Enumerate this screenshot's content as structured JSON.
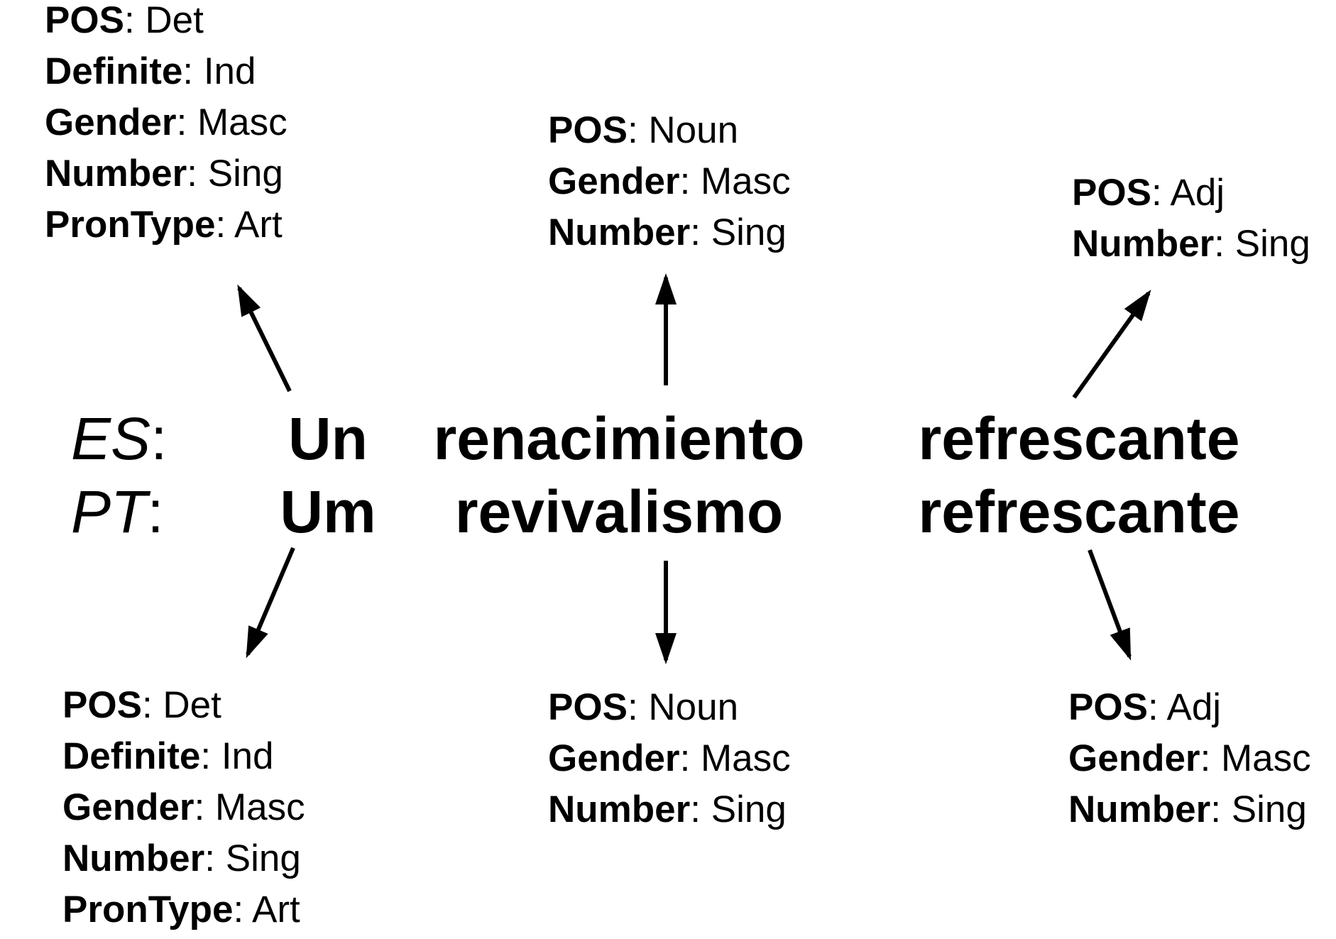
{
  "colors": {
    "text": "#000000",
    "background": "#ffffff"
  },
  "separator": ": ",
  "label_colon": ":",
  "sentences": {
    "es": {
      "label": "ES",
      "words": [
        "Un",
        "renacimiento",
        "refrescante"
      ]
    },
    "pt": {
      "label": "PT",
      "words": [
        "Um",
        "revivalismo",
        "refrescante"
      ]
    }
  },
  "features": {
    "es_det": [
      {
        "k": "POS",
        "v": "Det"
      },
      {
        "k": "Definite",
        "v": "Ind"
      },
      {
        "k": "Gender",
        "v": "Masc"
      },
      {
        "k": "Number",
        "v": "Sing"
      },
      {
        "k": "PronType",
        "v": "Art"
      }
    ],
    "es_noun": [
      {
        "k": "POS",
        "v": "Noun"
      },
      {
        "k": "Gender",
        "v": "Masc"
      },
      {
        "k": "Number",
        "v": "Sing"
      }
    ],
    "es_adj": [
      {
        "k": "POS",
        "v": "Adj"
      },
      {
        "k": "Number",
        "v": "Sing"
      }
    ],
    "pt_det": [
      {
        "k": "POS",
        "v": "Det"
      },
      {
        "k": "Definite",
        "v": "Ind"
      },
      {
        "k": "Gender",
        "v": "Masc"
      },
      {
        "k": "Number",
        "v": "Sing"
      },
      {
        "k": "PronType",
        "v": "Art"
      }
    ],
    "pt_noun": [
      {
        "k": "POS",
        "v": "Noun"
      },
      {
        "k": "Gender",
        "v": "Masc"
      },
      {
        "k": "Number",
        "v": "Sing"
      }
    ],
    "pt_adj": [
      {
        "k": "POS",
        "v": "Adj"
      },
      {
        "k": "Gender",
        "v": "Masc"
      },
      {
        "k": "Number",
        "v": "Sing"
      }
    ]
  }
}
